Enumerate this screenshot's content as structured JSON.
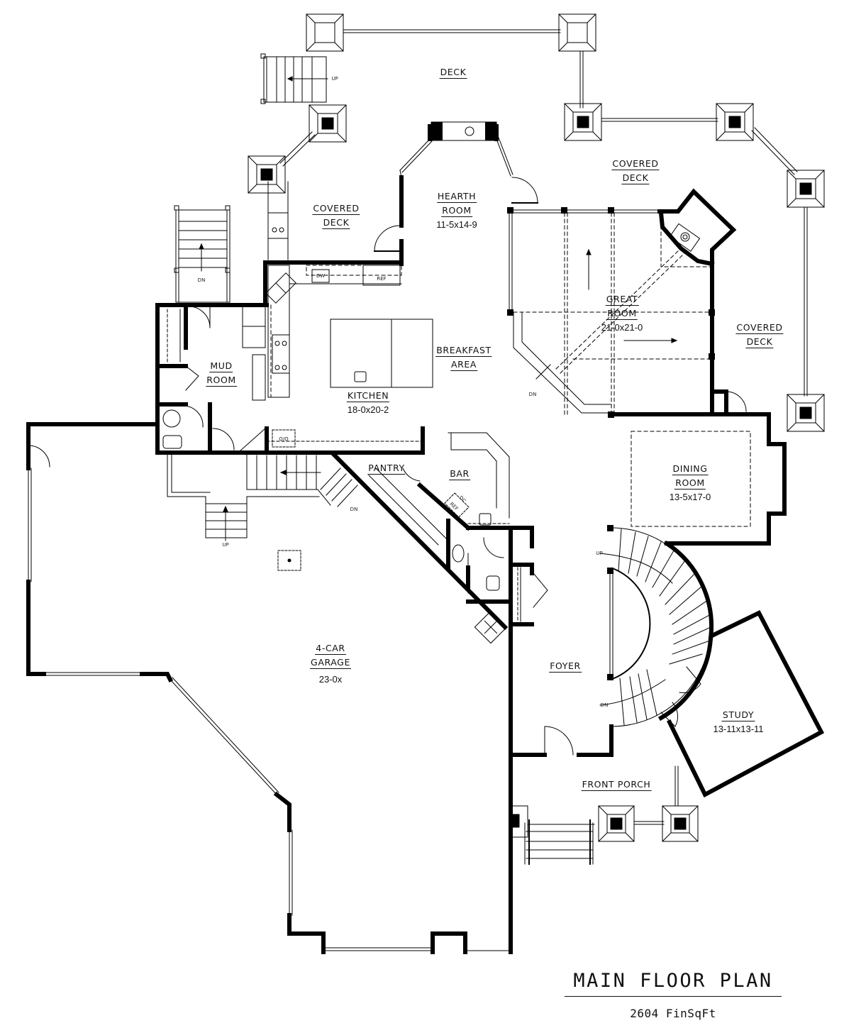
{
  "title_block": {
    "title": "MAIN FLOOR PLAN",
    "subtitle": "2604 FinSqFt"
  },
  "rooms": {
    "deck": {
      "name": "DECK"
    },
    "covered_deck_left": {
      "name_line1": "COVERED",
      "name_line2": "DECK"
    },
    "covered_deck_top_right": {
      "name_line1": "COVERED",
      "name_line2": "DECK"
    },
    "covered_deck_right": {
      "name_line1": "COVERED",
      "name_line2": "DECK"
    },
    "hearth_room": {
      "name_line1": "HEARTH",
      "name_line2": "ROOM",
      "dims": "11-5x14-9"
    },
    "great_room": {
      "name_line1": "GREAT",
      "name_line2": "ROOM",
      "dims": "21-0x21-0"
    },
    "breakfast_area": {
      "name_line1": "BREAKFAST",
      "name_line2": "AREA"
    },
    "kitchen": {
      "name": "KITCHEN",
      "dims": "18-0x20-2"
    },
    "mud_room": {
      "name_line1": "MUD",
      "name_line2": "ROOM"
    },
    "pantry": {
      "name": "PANTRY"
    },
    "bar": {
      "name": "BAR"
    },
    "dining_room": {
      "name_line1": "DINING",
      "name_line2": "ROOM",
      "dims": "13-5x17-0"
    },
    "garage": {
      "name_line1": "4-CAR",
      "name_line2": "GARAGE",
      "dims": "23-0x"
    },
    "foyer": {
      "name": "FOYER"
    },
    "study": {
      "name": "STUDY",
      "dims": "13-11x13-11"
    },
    "front_porch": {
      "name": "FRONT PORCH"
    }
  },
  "annotations": {
    "stair_up_deck": "UP",
    "stair_dn_left": "DN",
    "stair_up_garage": "UP",
    "stair_dn_garage": "DN",
    "stair_dn_great": "DN",
    "stair_up_foyer": "UP",
    "stair_dn_foyer": "DN",
    "dishwasher": "DW",
    "refrigerator": "REF",
    "bar_dc": "DC",
    "bar_ref": "REF",
    "washer_dryer": "O/O"
  },
  "colors": {
    "wall": "#000000",
    "line": "#111111",
    "background": "#ffffff"
  }
}
